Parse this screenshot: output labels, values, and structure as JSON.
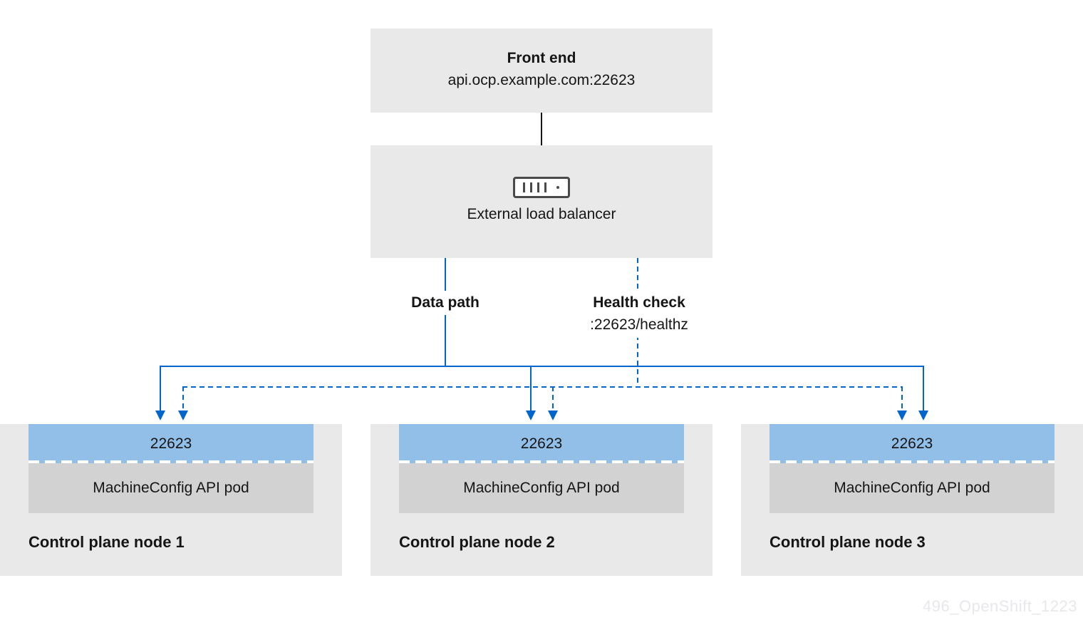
{
  "front_end": {
    "title": "Front end",
    "address": "api.ocp.example.com:22623"
  },
  "load_balancer": {
    "label": "External load balancer",
    "icon": "server-icon"
  },
  "edges": {
    "data_path": "Data path",
    "health_check_title": "Health check",
    "health_check_endpoint": ":22623/healthz"
  },
  "nodes": [
    {
      "port": "22623",
      "pod": "MachineConfig API pod",
      "label": "Control plane node 1"
    },
    {
      "port": "22623",
      "pod": "MachineConfig API pod",
      "label": "Control plane node 2"
    },
    {
      "port": "22623",
      "pod": "MachineConfig API pod",
      "label": "Control plane node 3"
    }
  ],
  "watermark": "496_OpenShift_1223",
  "colors": {
    "line_blue": "#0066cc",
    "port_blue": "#92bfe8",
    "box_gray": "#e9e9e9",
    "pod_gray": "#d2d2d2",
    "icon_stroke": "#4a4a4a",
    "text": "#151515",
    "watermark": "#e8e8ec"
  }
}
